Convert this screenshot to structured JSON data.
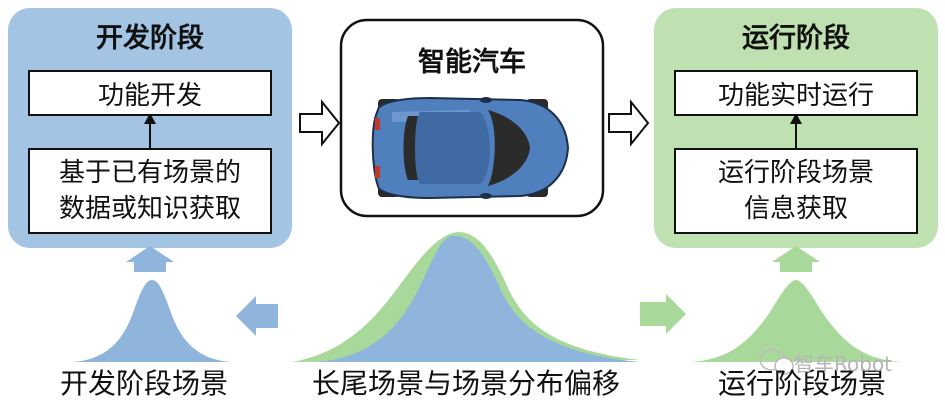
{
  "dev_stage": {
    "title": "开发阶段",
    "function_box": "功能开发",
    "source_box_line1": "基于已有场景的",
    "source_box_line2": "数据或知识获取"
  },
  "center": {
    "title": "智能汽车"
  },
  "run_stage": {
    "title": "运行阶段",
    "function_box": "功能实时运行",
    "source_box_line1": "运行阶段场景",
    "source_box_line2": "信息获取"
  },
  "bottom_labels": {
    "left": "开发阶段场景",
    "center": "长尾场景与场景分布偏移",
    "right": "运行阶段场景"
  },
  "watermark": "智车Robot",
  "colors": {
    "dev_panel": "#a3c4e3",
    "run_panel": "#bfe0b0",
    "dev_curve": "#8fb5dc",
    "run_curve": "#a8d99a",
    "car_body": "#4f7fbd"
  }
}
